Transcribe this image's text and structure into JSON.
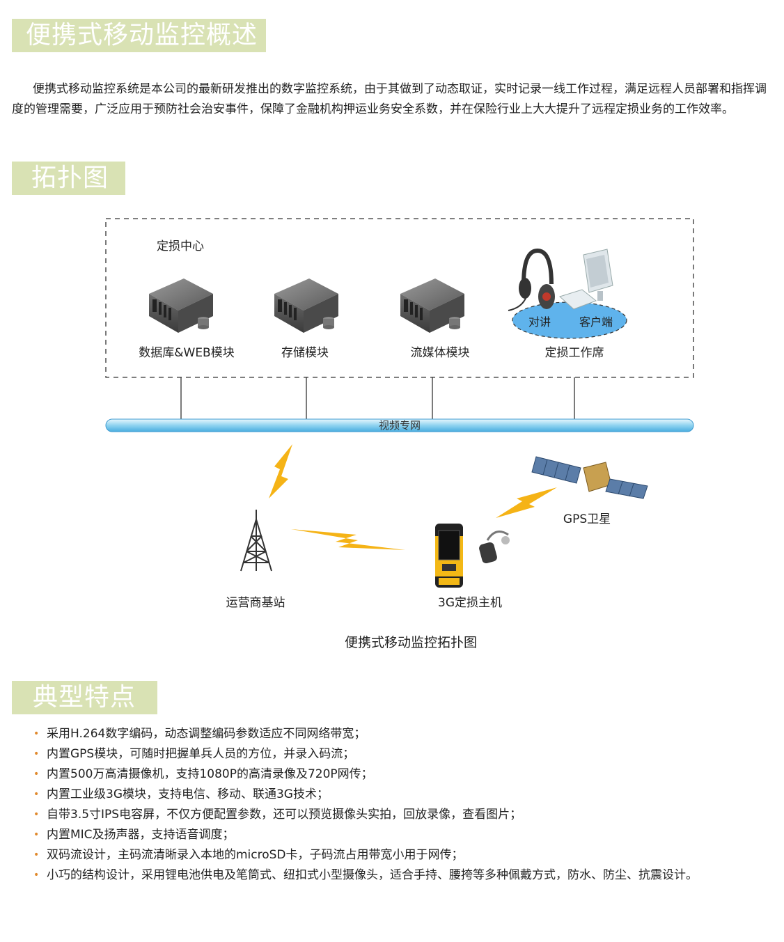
{
  "sections": {
    "overview_title": "便携式移动监控概述",
    "topology_title": "拓扑图",
    "features_title": "典型特点"
  },
  "intro": "便携式移动监控系统是本公司的最新研发推出的数字监控系统，由于其做到了动态取证，实时记录一线工作过程，满足远程人员部署和指挥调度的管理需要，广泛应用于预防社会治安事件，保障了金融机构押运业务安全系数，并在保险行业上大大提升了远程定损业务的工作效率。",
  "diagram": {
    "center_label": "定损中心",
    "nodes": {
      "database": "数据库&WEB模块",
      "storage": "存储模块",
      "media": "流媒体模块",
      "workstation": "定损工作席",
      "talk": "对讲",
      "client": "客户端",
      "network": "视频专网",
      "gps": "GPS卫星",
      "base_station": "运营商基站",
      "host": "3G定损主机"
    },
    "caption": "便携式移动监控拓扑图",
    "colors": {
      "lightning": "#f5b316",
      "network_blue": "#8fd3f0",
      "workstation_blue": "#5fb3ec",
      "banner": "#d9e2b4"
    }
  },
  "features": [
    "采用H.264数字编码，动态调整编码参数适应不同网络带宽；",
    "内置GPS模块，可随时把握单兵人员的方位，并录入码流；",
    "内置500万高清摄像机，支持1080P的高清录像及720P网传；",
    "内置工业级3G模块，支持电信、移动、联通3G技术；",
    "自带3.5寸IPS电容屏，不仅方便配置参数，还可以预览摄像头实拍，回放录像，查看图片；",
    "内置MIC及扬声器，支持语音调度；",
    "双码流设计，主码流清晰录入本地的microSD卡，子码流占用带宽小用于网传；",
    "小巧的结构设计，采用锂电池供电及笔筒式、纽扣式小型摄像头，适合手持、腰挎等多种佩戴方式，防水、防尘、抗震设计。"
  ],
  "bullet": "•"
}
